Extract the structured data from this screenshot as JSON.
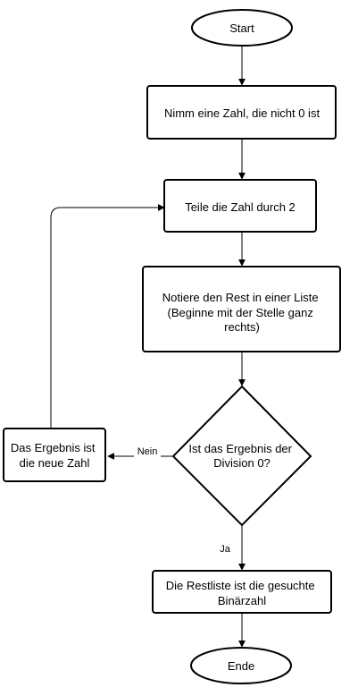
{
  "nodes": {
    "start": "Start",
    "take_number": "Nimm eine Zahl, die nicht 0 ist",
    "divide": "Teile die Zahl durch 2",
    "note_rest": [
      "Notiere den Rest in einer Liste",
      "(Beginne mit der Stelle ganz",
      "rechts)"
    ],
    "decision": [
      "Ist das Ergebnis der",
      "Division 0?"
    ],
    "new_number": [
      "Das Ergebnis ist",
      "die neue Zahl"
    ],
    "result": [
      "Die Restliste ist die gesuchte",
      "Binärzahl"
    ],
    "end": "Ende"
  },
  "edges": {
    "no_label": "Nein",
    "yes_label": "Ja"
  }
}
